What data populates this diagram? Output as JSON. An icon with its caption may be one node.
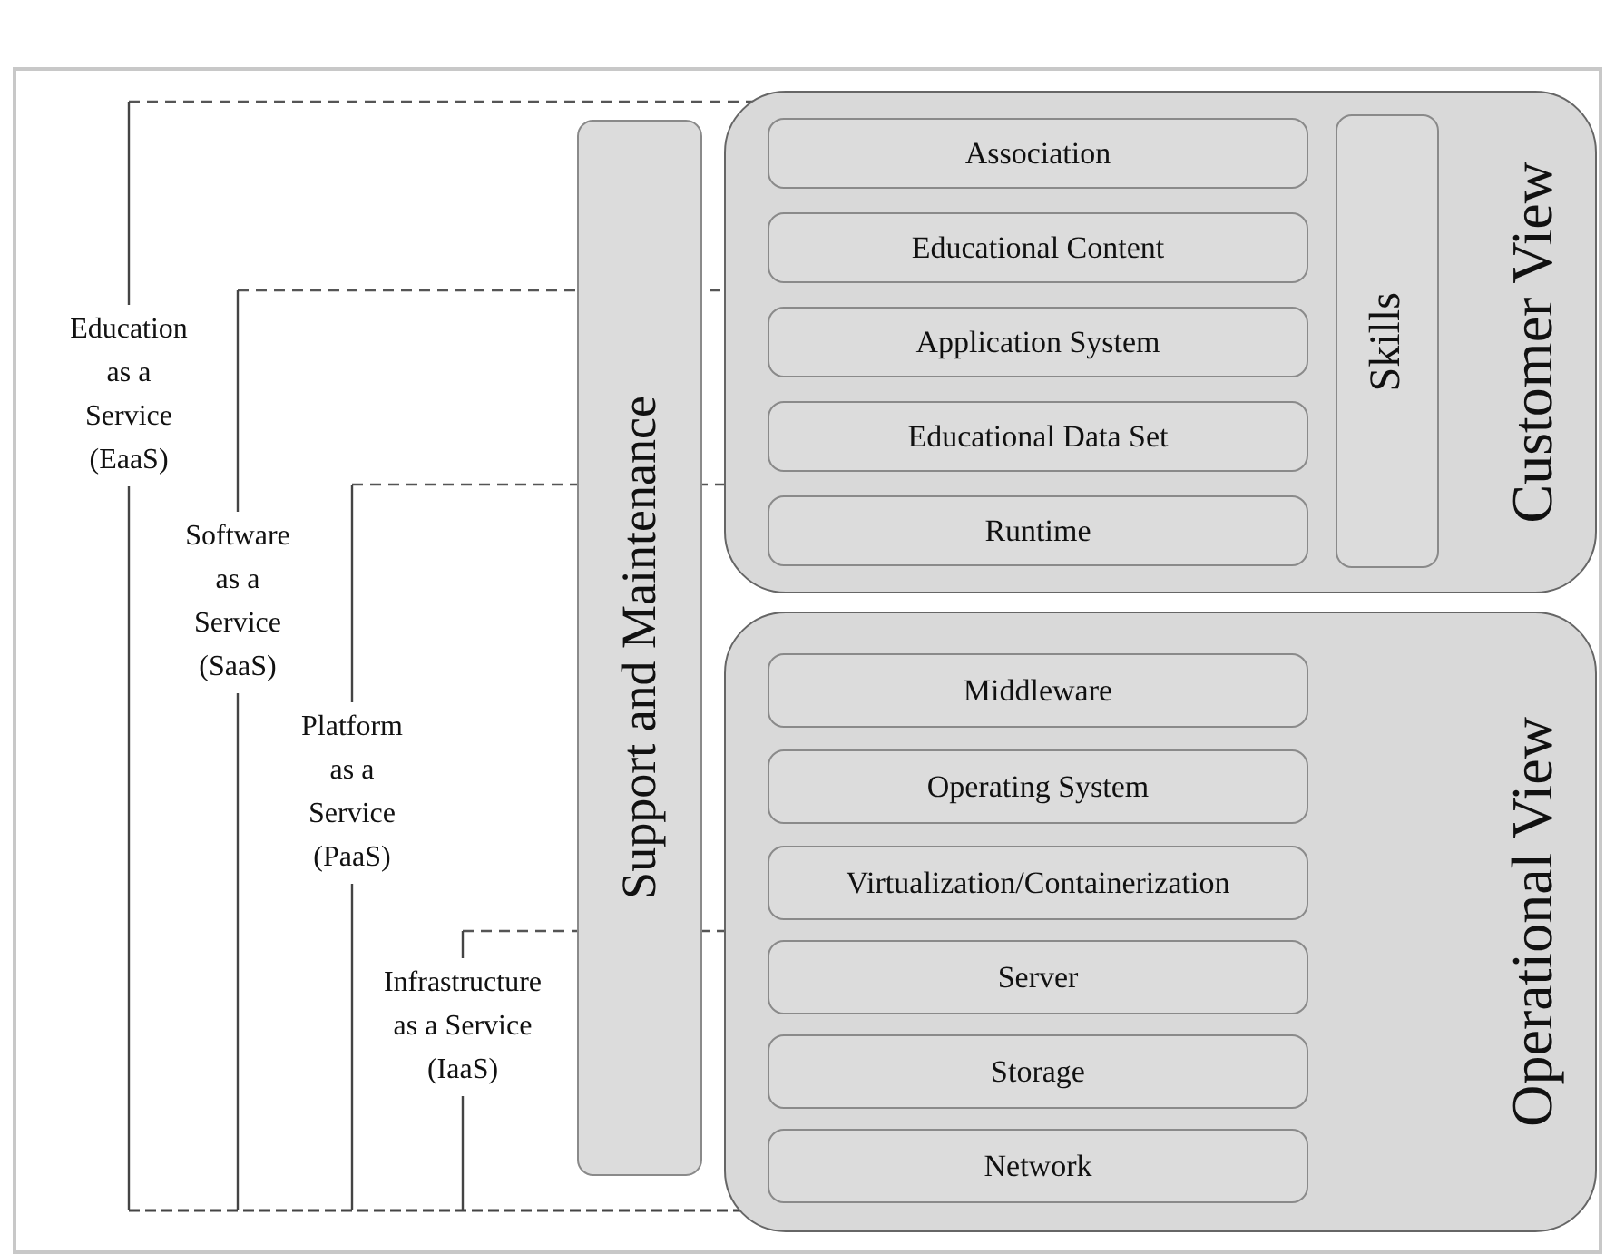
{
  "diagram": {
    "nodes": [
      {
        "text": [
          "Customer View"
        ]
      },
      {
        "text": [
          "Association"
        ],
        "in": 0
      },
      {
        "text": [
          "Educational Content"
        ],
        "in": 0
      },
      {
        "text": [
          "Application System"
        ],
        "in": 0
      },
      {
        "text": [
          "Educational Data Set"
        ],
        "in": 0
      },
      {
        "text": [
          "Runtime"
        ],
        "in": 0
      },
      {
        "text": [
          "Skills"
        ],
        "in": 0
      },
      {
        "text": [
          "Operational View"
        ]
      },
      {
        "text": [
          "Middleware"
        ],
        "in": 7
      },
      {
        "text": [
          "Operating System"
        ],
        "in": 7
      },
      {
        "text": [
          "Virtualization/Containerization"
        ],
        "in": 7
      },
      {
        "text": [
          "Server"
        ],
        "in": 7
      },
      {
        "text": [
          "Storage"
        ],
        "in": 7
      },
      {
        "text": [
          "Network"
        ],
        "in": 7
      },
      {
        "text": [
          "Support and Maintenance"
        ]
      }
    ],
    "edges": [],
    "labels": [
      "Education as a Service (EaaS)",
      "Software as a Service (SaaS)",
      "Platform as a Service (PaaS)",
      "Infrastructure as a Service (IaaS)"
    ]
  }
}
